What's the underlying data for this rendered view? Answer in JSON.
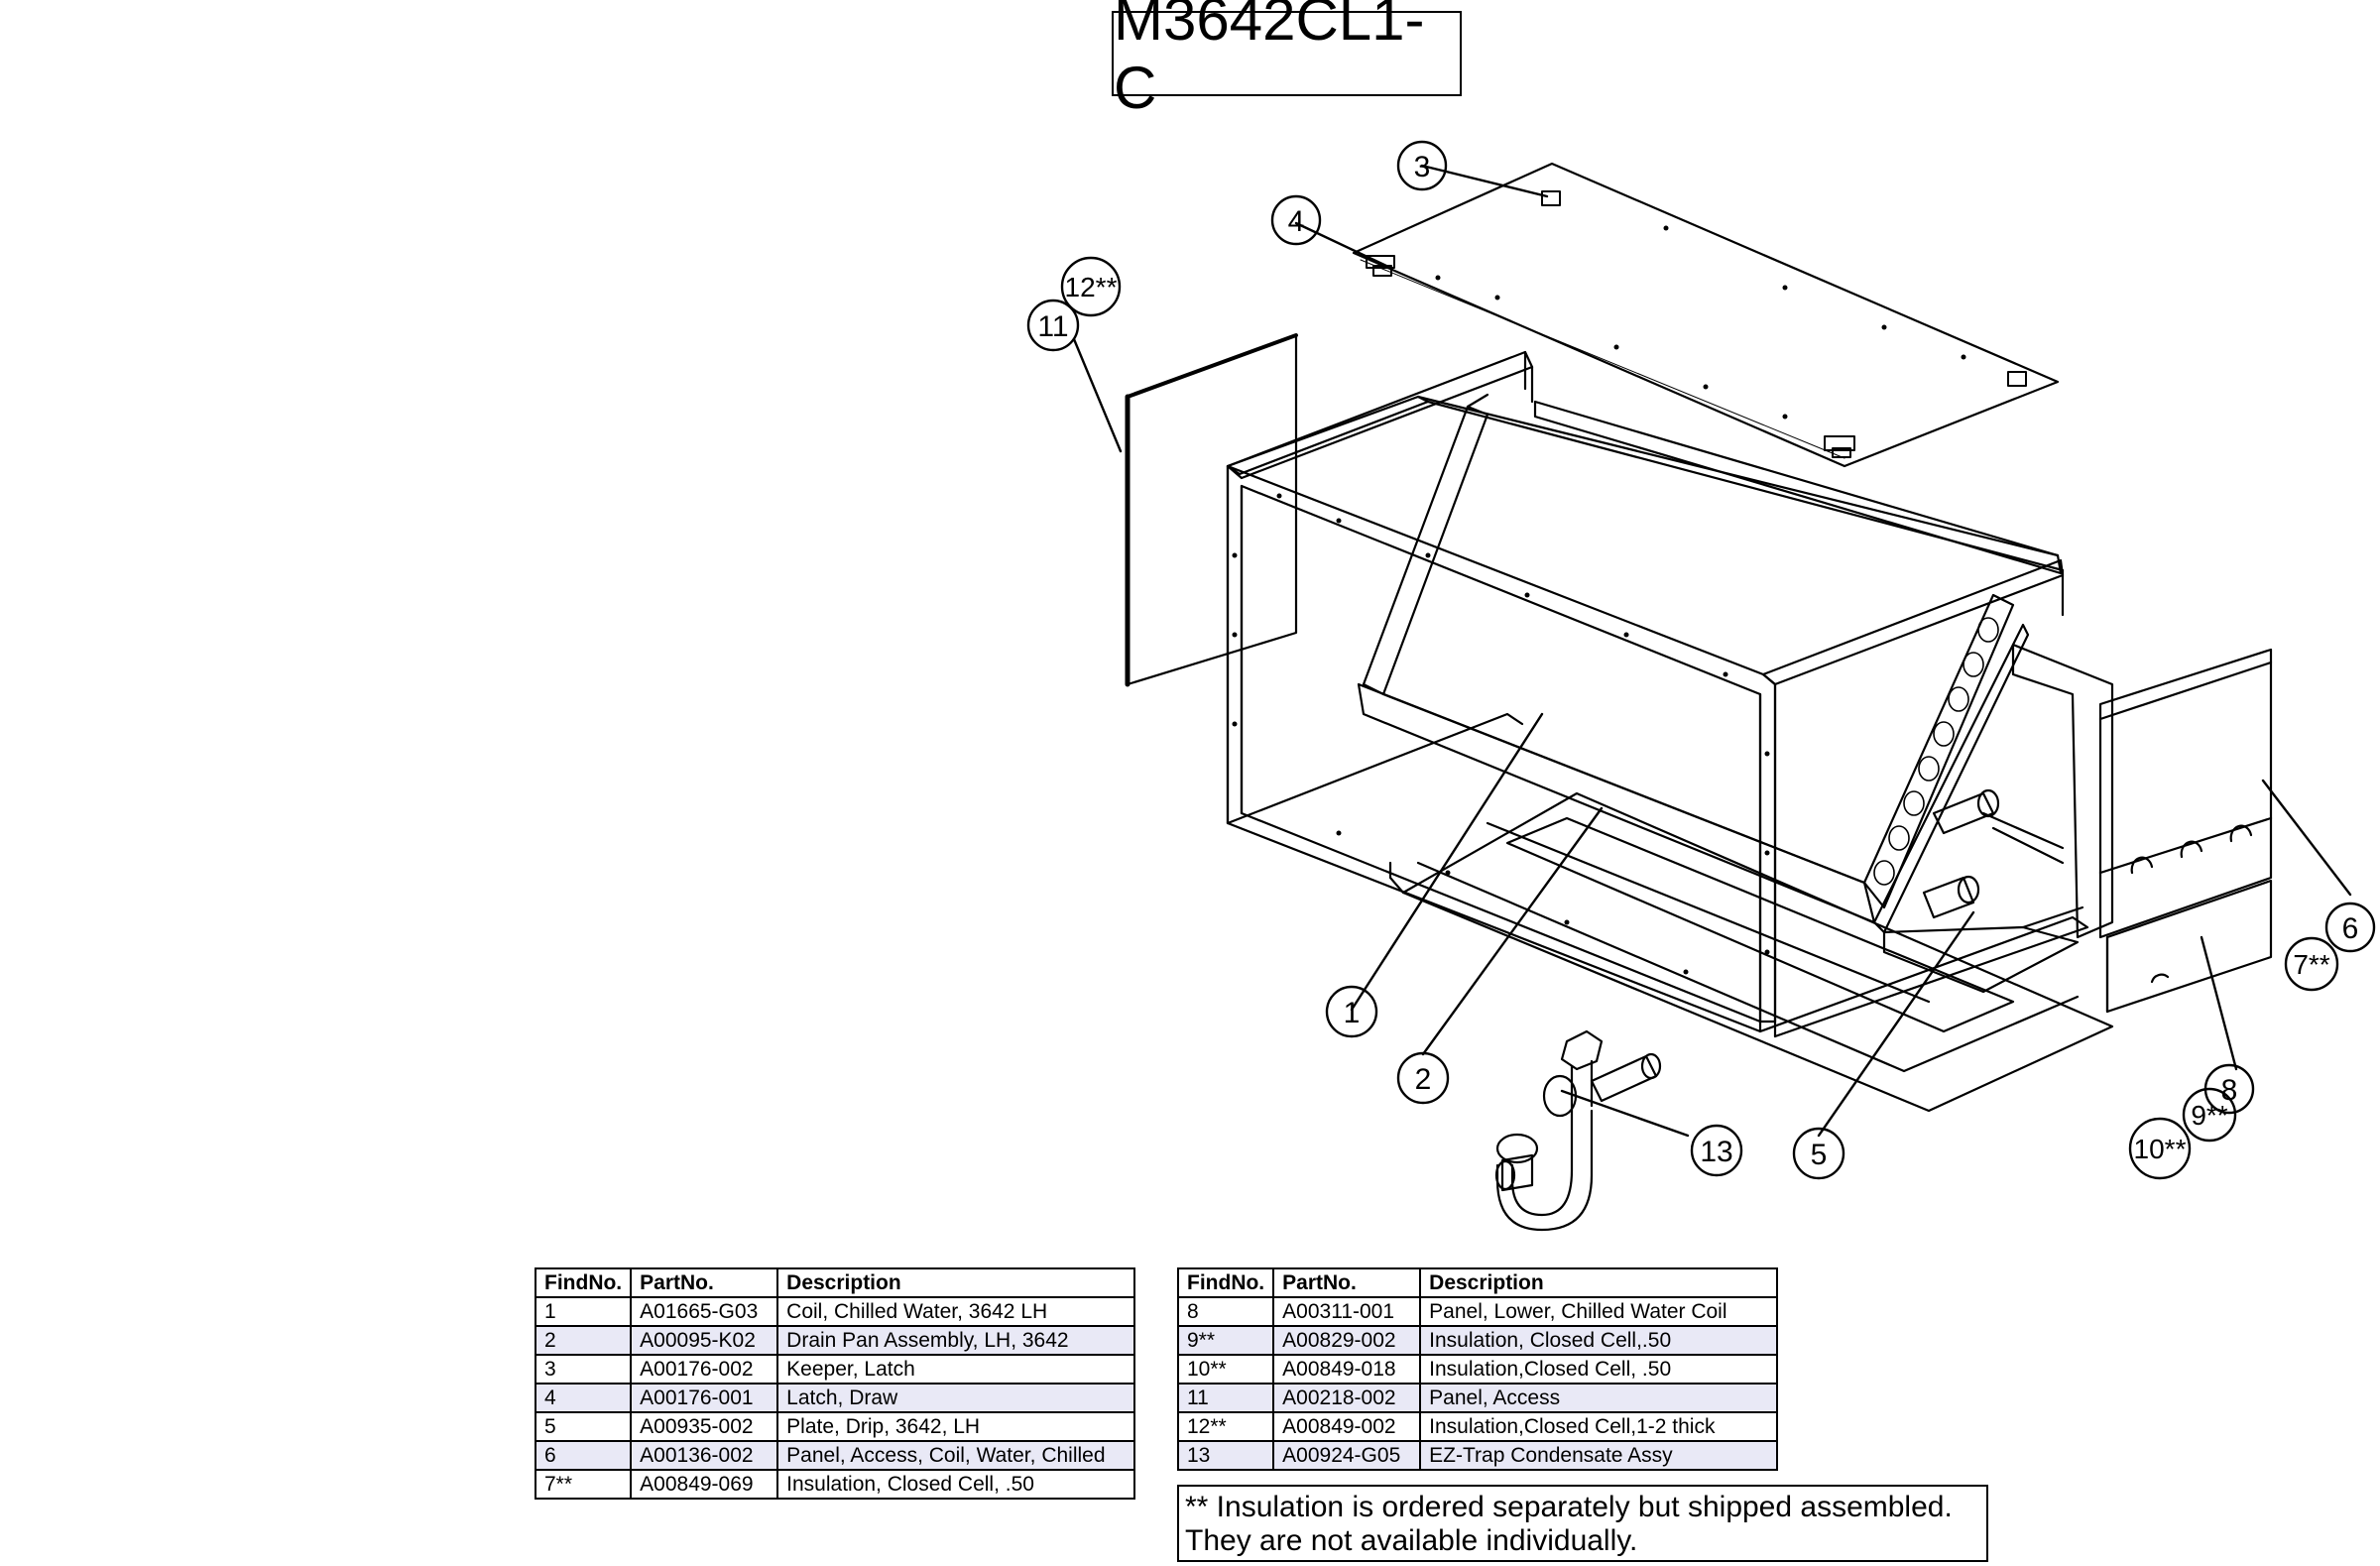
{
  "title": "M3642CL1-C",
  "callouts": {
    "c1": "1",
    "c2": "2",
    "c3": "3",
    "c4": "4",
    "c5": "5",
    "c6": "6",
    "c7": "7**",
    "c8": "8",
    "c9": "9**",
    "c10": "10**",
    "c11": "11",
    "c12": "12**",
    "c13": "13"
  },
  "table_headers": {
    "find_no": "FindNo.",
    "part_no": "PartNo.",
    "description": "Description"
  },
  "parts_left": [
    {
      "find": "1",
      "part": "A01665-G03",
      "desc": "Coil, Chilled Water, 3642 LH"
    },
    {
      "find": "2",
      "part": "A00095-K02",
      "desc": "Drain Pan Assembly, LH, 3642"
    },
    {
      "find": "3",
      "part": "A00176-002",
      "desc": "Keeper, Latch"
    },
    {
      "find": "4",
      "part": "A00176-001",
      "desc": "Latch, Draw"
    },
    {
      "find": "5",
      "part": "A00935-002",
      "desc": "Plate, Drip, 3642, LH"
    },
    {
      "find": "6",
      "part": "A00136-002",
      "desc": "Panel, Access, Coil, Water, Chilled"
    },
    {
      "find": "7**",
      "part": "A00849-069",
      "desc": "Insulation, Closed Cell, .50"
    }
  ],
  "parts_right": [
    {
      "find": "8",
      "part": "A00311-001",
      "desc": "Panel, Lower, Chilled Water Coil"
    },
    {
      "find": "9**",
      "part": "A00829-002",
      "desc": "Insulation, Closed Cell,.50"
    },
    {
      "find": "10**",
      "part": "A00849-018",
      "desc": "Insulation,Closed Cell, .50"
    },
    {
      "find": "11",
      "part": "A00218-002",
      "desc": "Panel, Access"
    },
    {
      "find": "12**",
      "part": "A00849-002",
      "desc": "Insulation,Closed Cell,1-2 thick"
    },
    {
      "find": "13",
      "part": "A00924-G05",
      "desc": "EZ-Trap Condensate Assy"
    }
  ],
  "note": {
    "line1": "** Insulation is ordered separately but shipped assembled.",
    "line2": "They are not available individually."
  }
}
